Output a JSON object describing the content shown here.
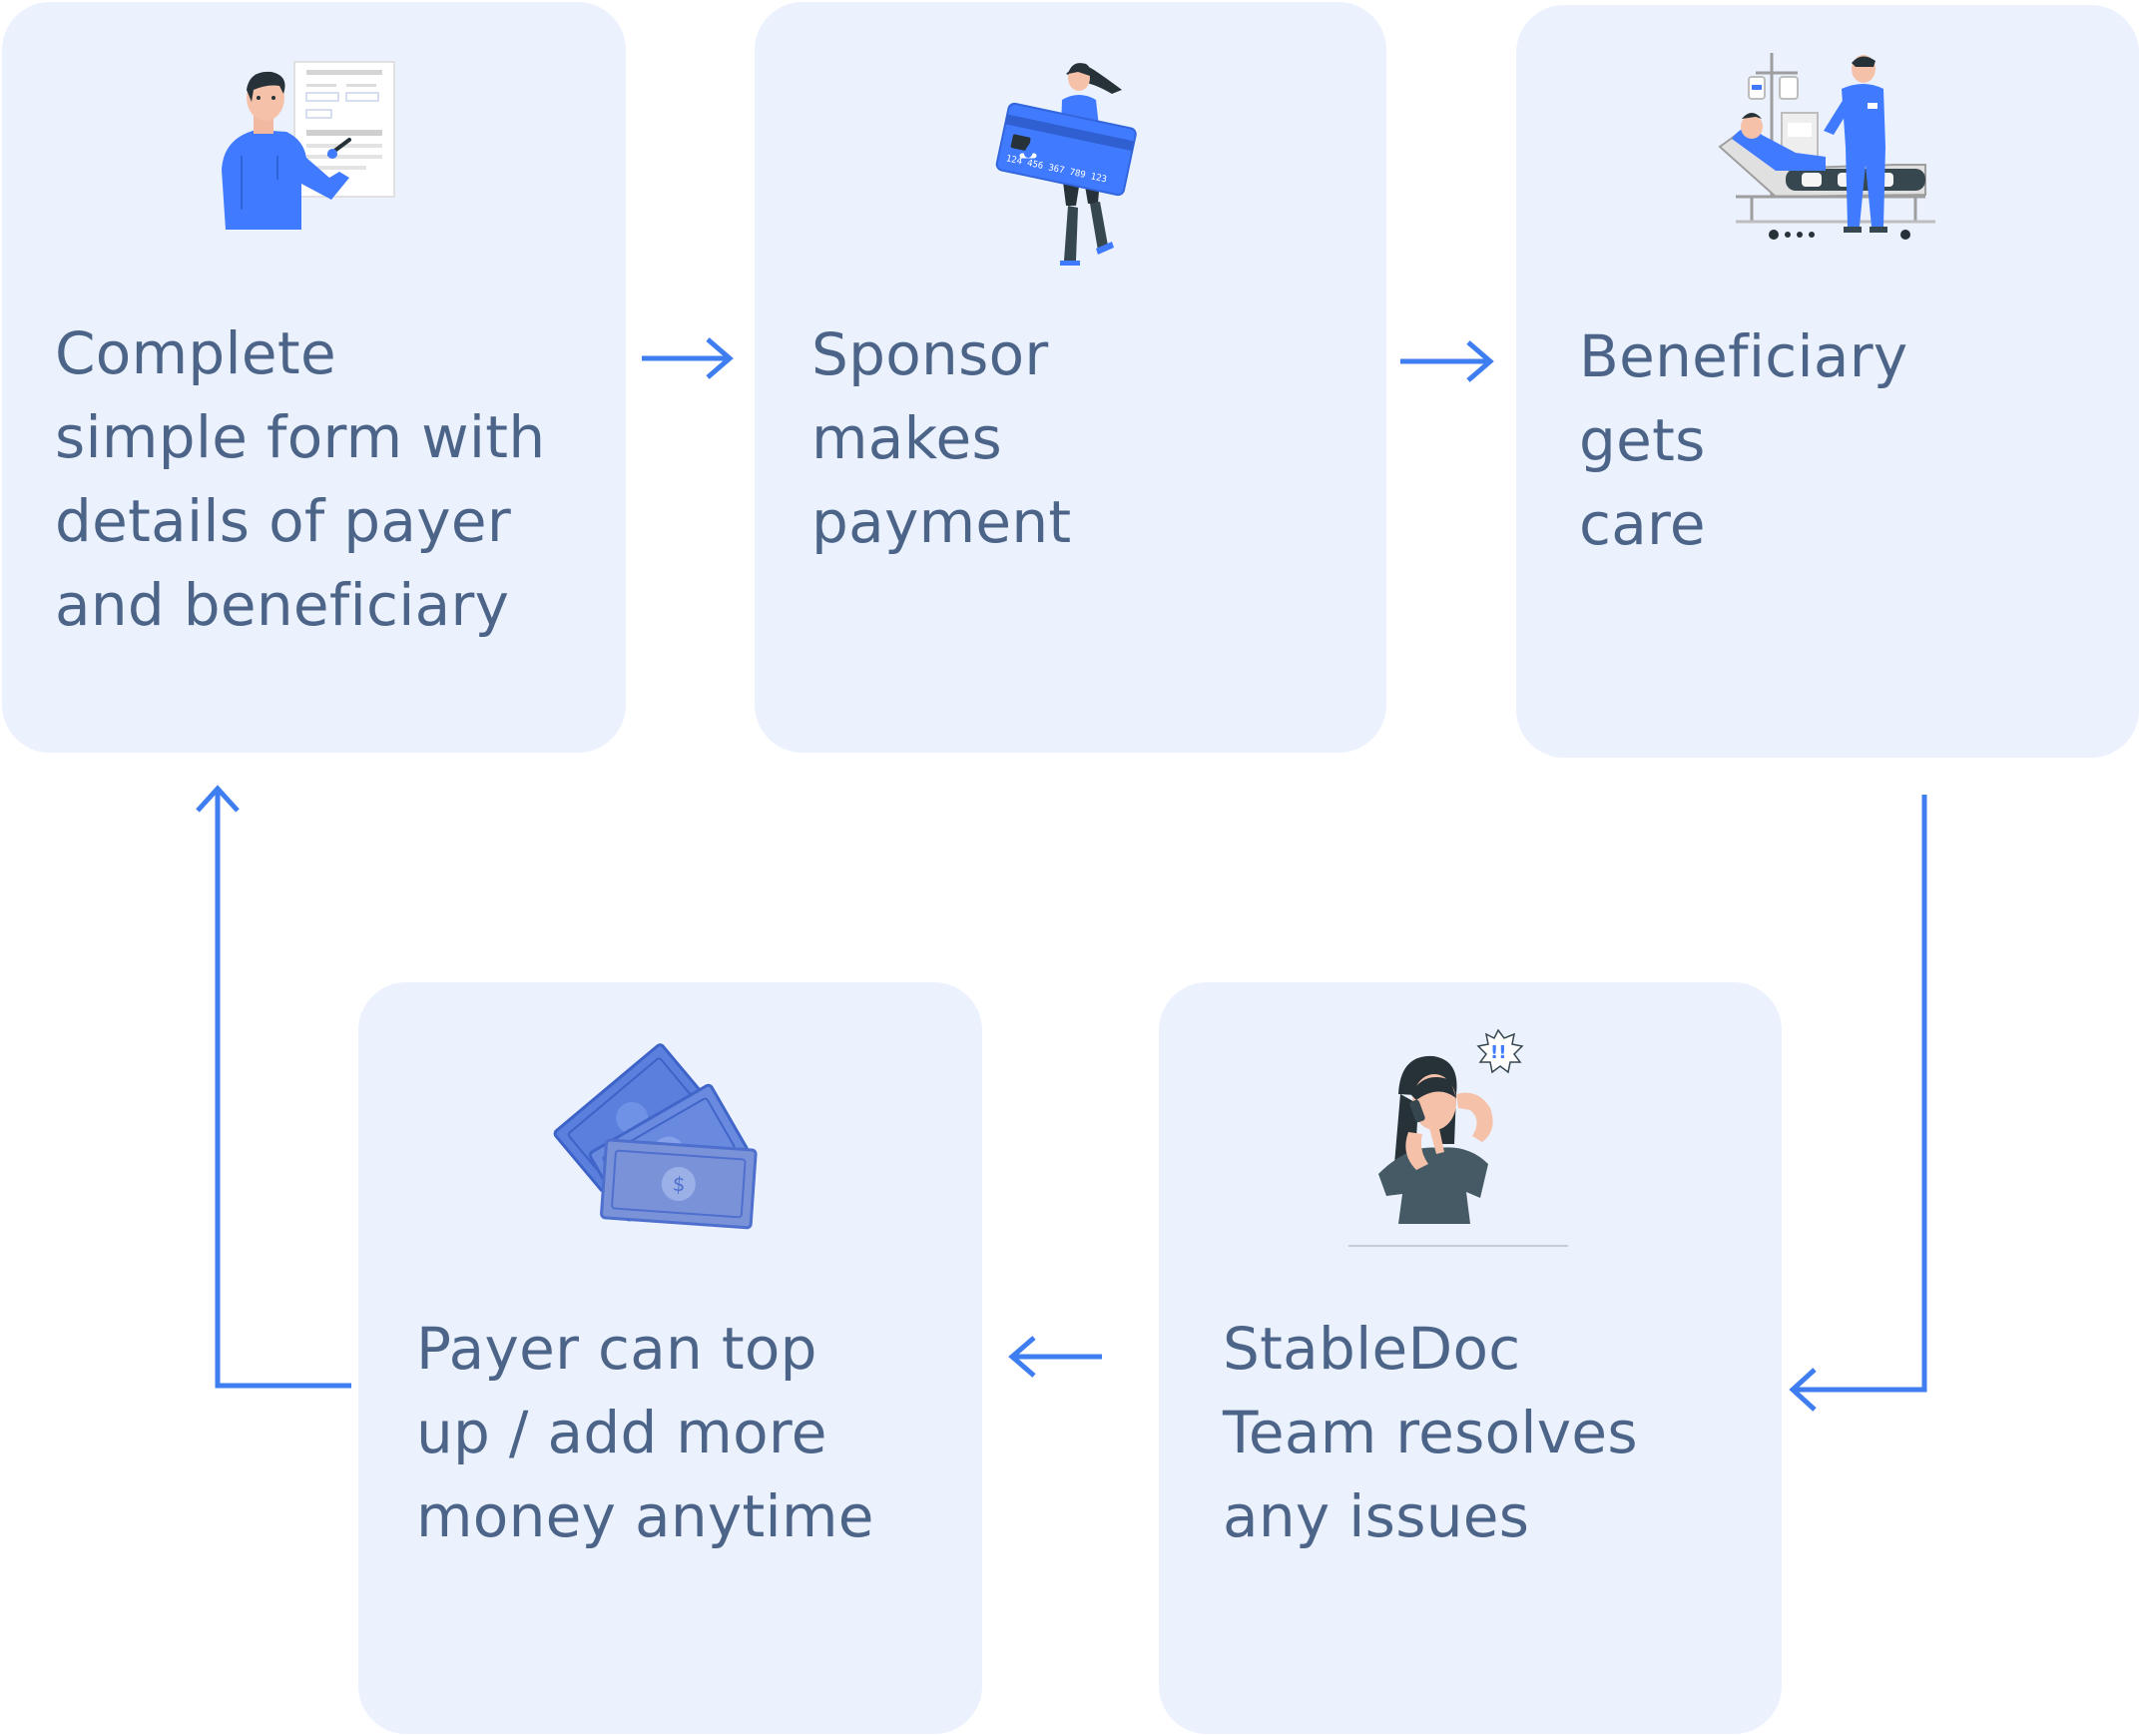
{
  "steps": [
    {
      "id": "complete-form",
      "text": "Complete\nsimple form with\ndetails of payer\nand beneficiary",
      "illustration": "man-filling-form-icon"
    },
    {
      "id": "sponsor-pays",
      "text": "Sponsor\nmakes\npayment",
      "illustration": "woman-with-credit-card-icon"
    },
    {
      "id": "beneficiary-care",
      "text": "Beneficiary\ngets\ncare",
      "illustration": "hospital-bed-with-doctor-icon"
    },
    {
      "id": "top-up",
      "text": "Payer can top\nup / add more\nmoney anytime",
      "illustration": "money-bills-icon"
    },
    {
      "id": "team-resolves",
      "text": "StableDoc\nTeam resolves\nany issues",
      "illustration": "worried-woman-on-phone-icon"
    }
  ],
  "card_number_text": "124 456 367 789 123",
  "alert_text": "!!",
  "colors": {
    "card_bg": "#ebf2fe",
    "text": "#4c6488",
    "arrow": "#3f7ef0",
    "accent_blue": "#407bff",
    "dark": "#37474f"
  }
}
